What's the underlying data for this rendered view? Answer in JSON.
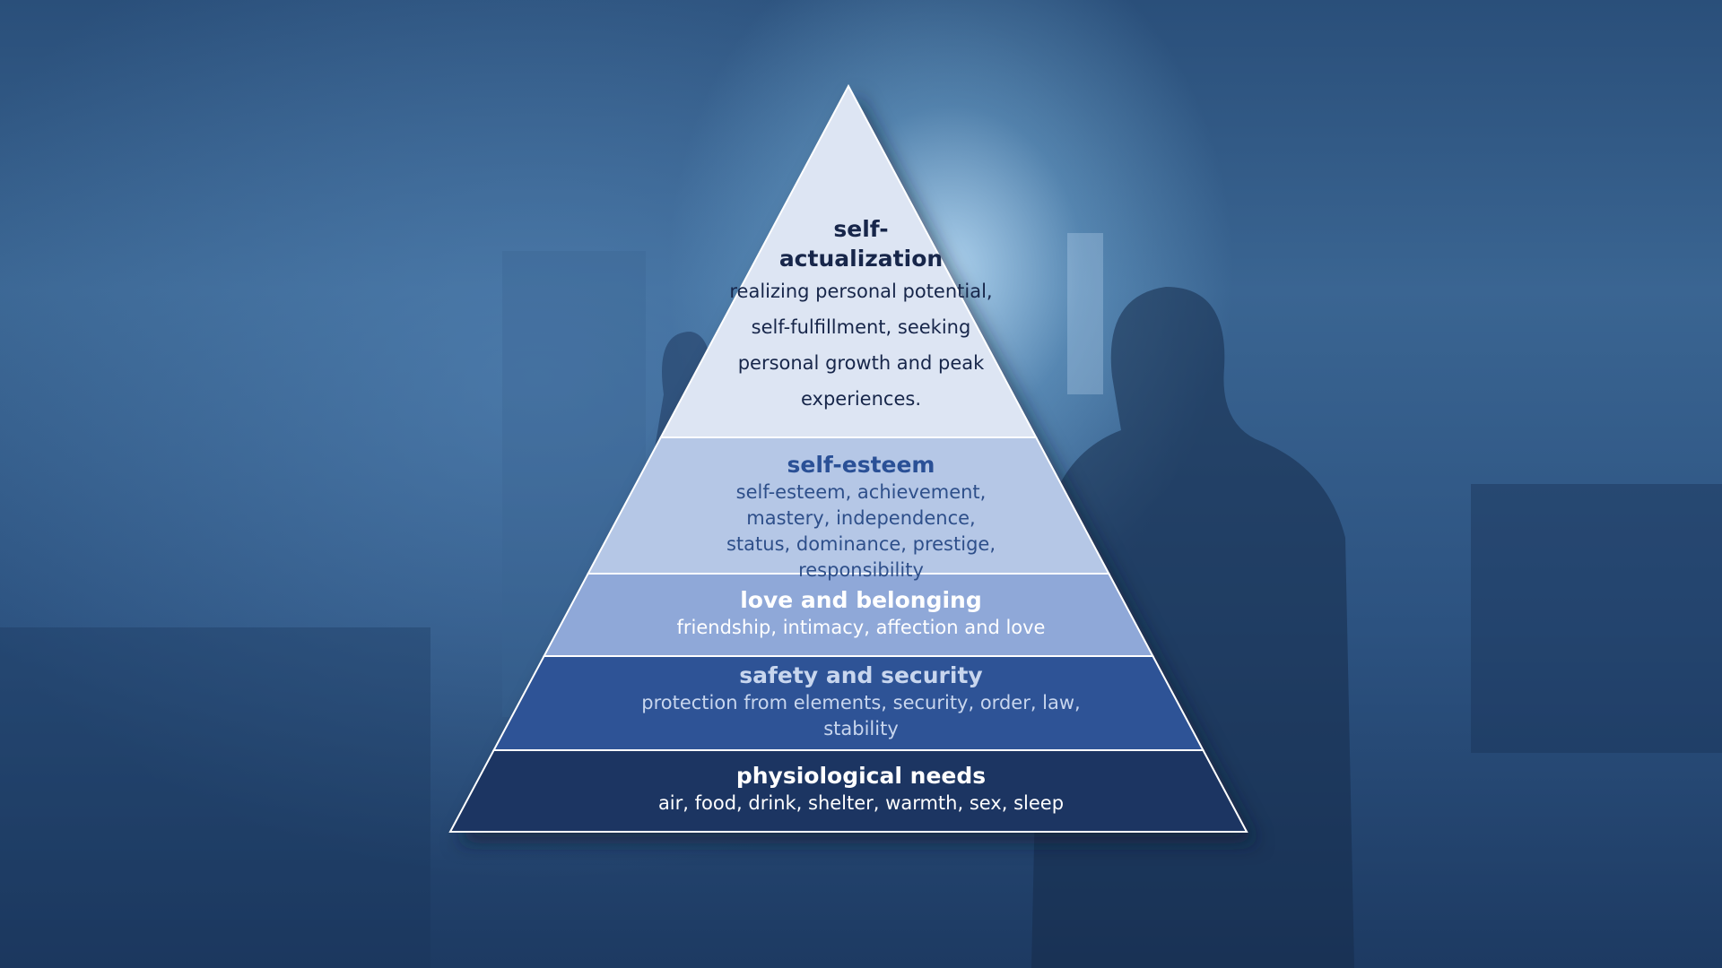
{
  "pyramid": {
    "tiers": [
      {
        "title": "self-\nactualization",
        "description": "realizing personal potential, self-fulfillment, seeking personal growth and peak experiences.",
        "fill": "#dde5f3"
      },
      {
        "title": "self-esteem",
        "description": "self-esteem, achievement, mastery, independence, status, dominance, prestige, responsibility",
        "fill": "#b5c7e6"
      },
      {
        "title": "love and belonging",
        "description": "friendship, intimacy, affection and love",
        "fill": "#8fa8d8"
      },
      {
        "title": "safety and security",
        "description": "protection from elements, security, order, law, stability",
        "fill": "#2d5296"
      },
      {
        "title": "physiological needs",
        "description": "air, food, drink, shelter, warmth, sex, sleep",
        "fill": "#1c3562"
      }
    ]
  }
}
